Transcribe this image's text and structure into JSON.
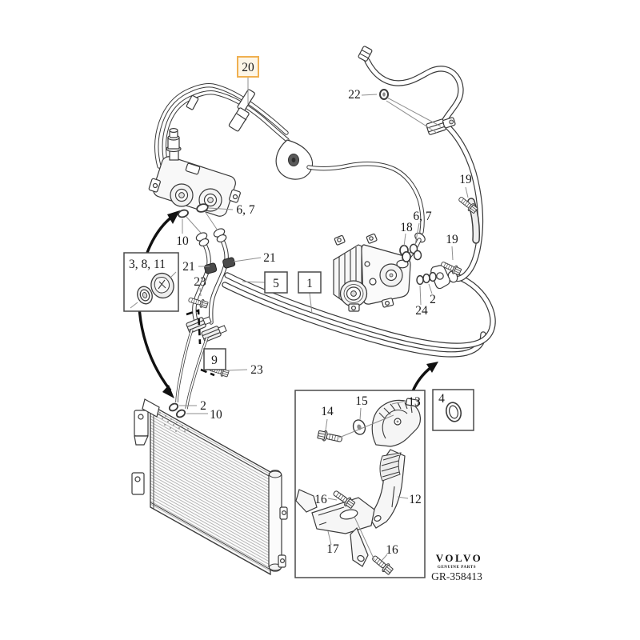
{
  "diagram": {
    "title_note": "",
    "highlighted_part": "20",
    "callouts": {
      "c20": "20",
      "c22": "22",
      "c67_left": "6, 7",
      "c10_top": "10",
      "c3_8_11": "3, 8, 11",
      "c21_left": "21",
      "c21_right": "21",
      "c23_top": "23",
      "c5": "5",
      "c1": "1",
      "c19_top": "19",
      "c18": "18",
      "c67_right": "6, 7",
      "c19_mid": "19",
      "c2_right": "2",
      "c24": "24",
      "c9": "9",
      "c23_bottom": "23",
      "c2_left": "2",
      "c10_bottom": "10",
      "c14": "14",
      "c15": "15",
      "c13": "13",
      "c12": "12",
      "c16_top": "16",
      "c17": "17",
      "c16_bottom": "16",
      "c4": "4"
    },
    "footer": {
      "brand": "VOLVO",
      "tagline": "GENUINE PARTS",
      "drawing_number": "GR-358413"
    }
  },
  "colors": {
    "background": "#ffffff",
    "line": "#3a3a3a",
    "leader": "#8f8f8f",
    "highlight_border": "#f0b050",
    "highlight_fill": "#fdf6e7",
    "label_text": "#1a1a1a"
  }
}
